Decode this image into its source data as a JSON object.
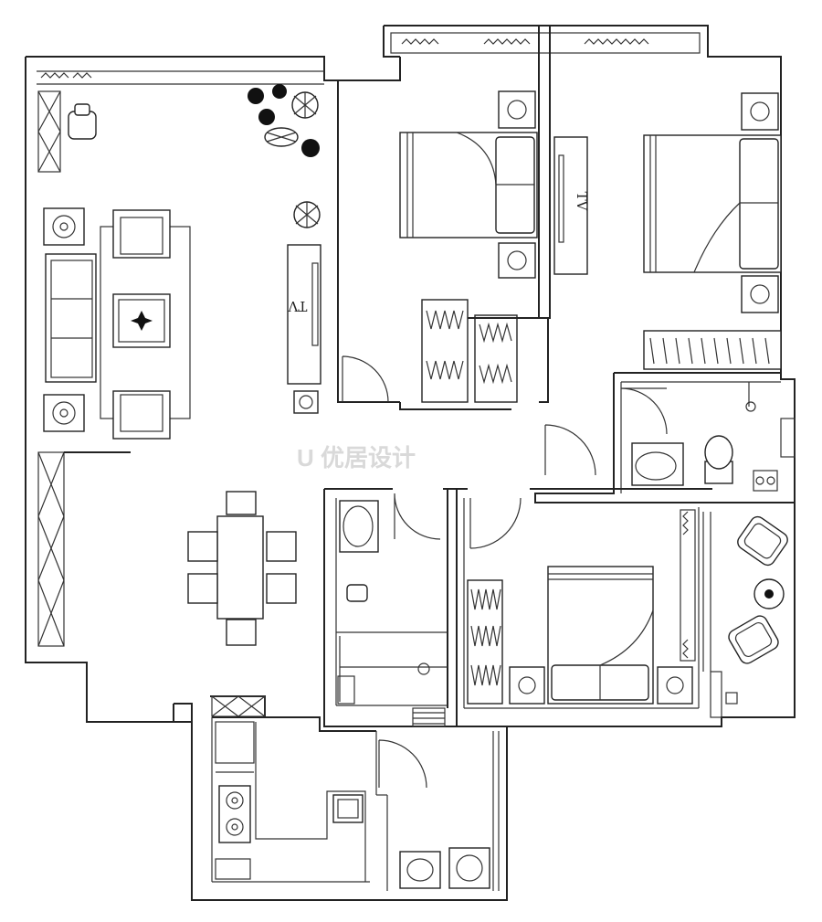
{
  "labels": {
    "tv_living": "TV",
    "tv_bedroom": "TV",
    "watermark": "U 优居设计"
  },
  "colors": {
    "line": "#222222",
    "background": "#ffffff",
    "watermark": "#d9d9d9"
  },
  "icons": [
    "plant-icon",
    "lamp-icon",
    "stove-icon",
    "sink-icon",
    "toilet-icon",
    "washing-machine-icon",
    "armchair-icon",
    "bed-icon",
    "sofa-icon",
    "dining-table-icon"
  ]
}
